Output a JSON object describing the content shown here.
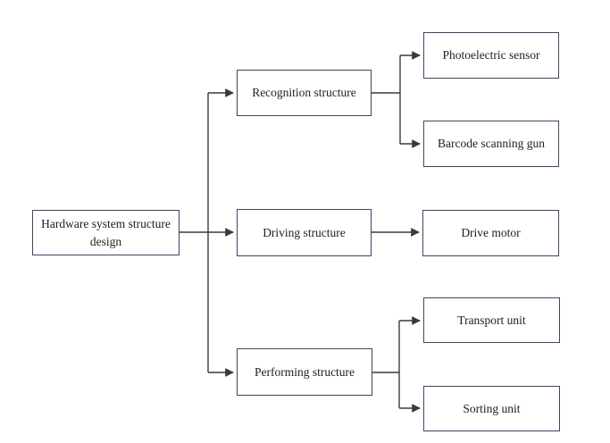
{
  "diagram": {
    "type": "tree-flowchart",
    "nodes": {
      "root": "Hardware system structure design",
      "recognition": "Recognition structure",
      "driving": "Driving structure",
      "performing": "Performing structure",
      "photoelectric": "Photoelectric sensor",
      "barcode": "Barcode scanning gun",
      "drive_motor": "Drive motor",
      "transport": "Transport unit",
      "sorting": "Sorting unit"
    },
    "hierarchy": [
      {
        "from": "Hardware system structure design",
        "to": [
          "Recognition structure",
          "Driving structure",
          "Performing structure"
        ]
      },
      {
        "from": "Recognition structure",
        "to": [
          "Photoelectric sensor",
          "Barcode scanning gun"
        ]
      },
      {
        "from": "Driving structure",
        "to": [
          "Drive motor"
        ]
      },
      {
        "from": "Performing structure",
        "to": [
          "Transport unit",
          "Sorting unit"
        ]
      }
    ],
    "colors": {
      "box_border": "#3e4662",
      "connector": "#3a3a3a",
      "text": "#202020",
      "background": "#ffffff"
    }
  }
}
